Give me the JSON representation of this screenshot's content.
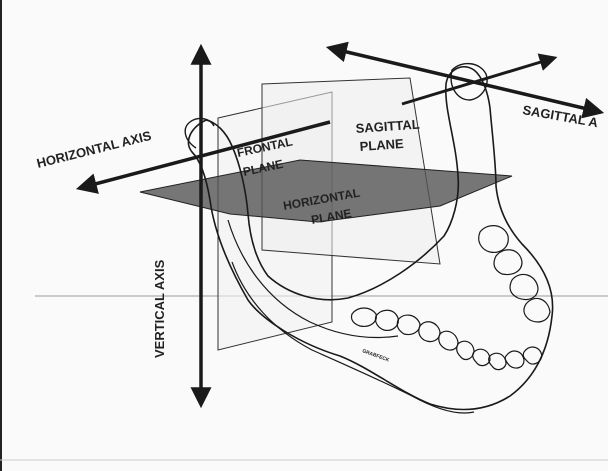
{
  "diagram": {
    "labels": {
      "horizontal_axis": "HORIZONTAL AXIS",
      "frontal_plane_line1": "FRONTAL",
      "frontal_plane_line2": "PLANE",
      "sagittal_plane_line1": "SAGITTAL",
      "sagittal_plane_line2": "PLANE",
      "horizontal_plane_line1": "HORIZONTAL",
      "horizontal_plane_line2": "PLANE",
      "sagittal_axis": "SAGITTAL A",
      "vertical_axis": "VERTICAL AXIS",
      "signature": "GRABFECK"
    },
    "colors": {
      "ink": "#1a1a1a",
      "horizontal_plane_fill": "#555555",
      "background": "#fafafa"
    }
  }
}
